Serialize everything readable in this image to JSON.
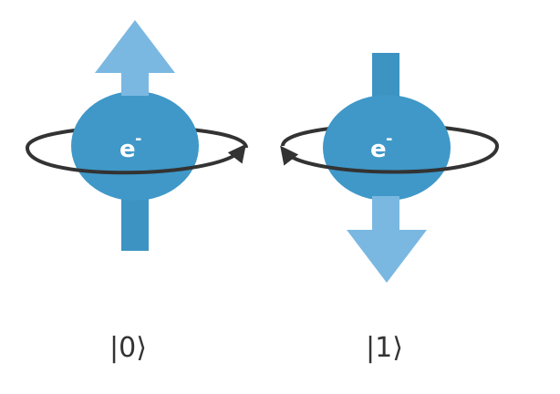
{
  "electron": {
    "symbol": "e",
    "charge": "-"
  },
  "states": [
    {
      "label": "|0⟩",
      "spin": "up"
    },
    {
      "label": "|1⟩",
      "spin": "down"
    }
  ],
  "colors": {
    "electron_fill": "#3f98c8",
    "arrow_light": "#7ab8e2",
    "arrow_dark": "#3d93c2",
    "orbit": "#333333",
    "label_text": "#333333"
  }
}
